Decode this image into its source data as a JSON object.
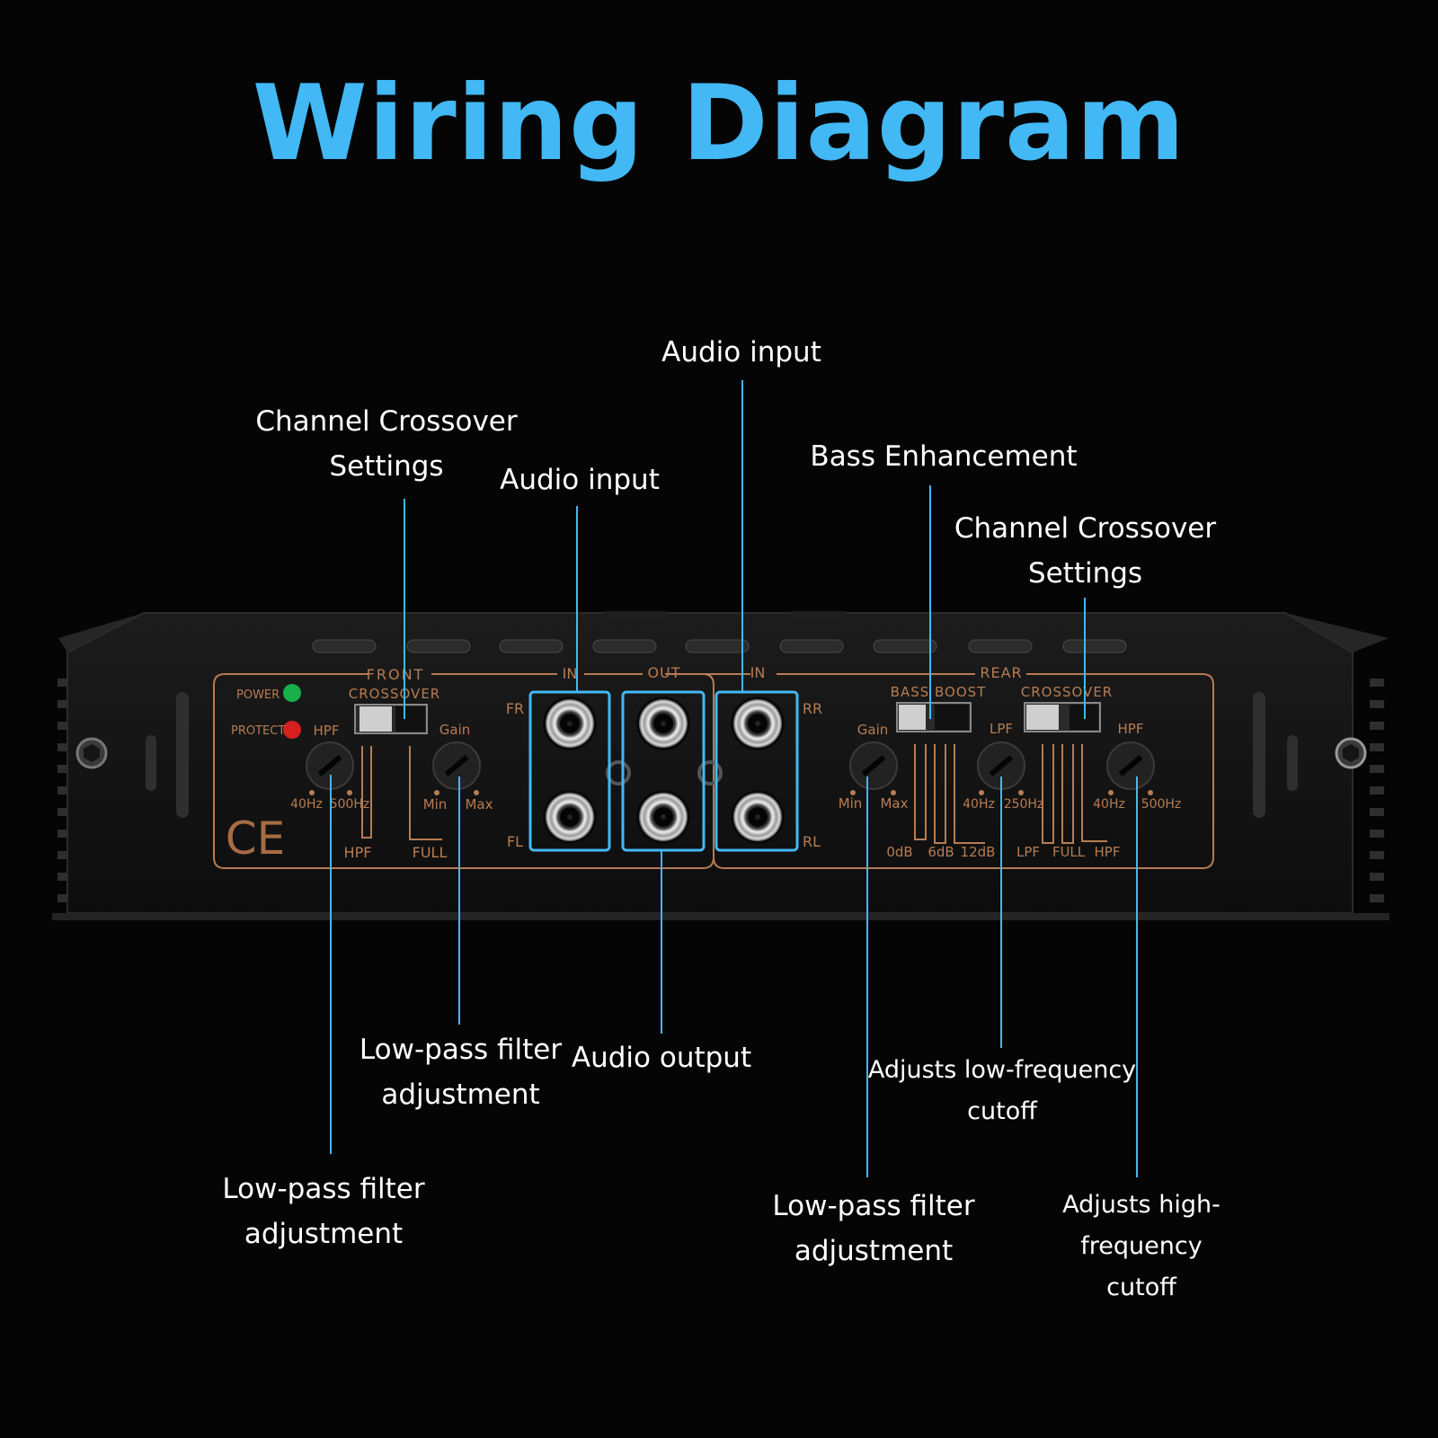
{
  "title": "Wiring Diagram",
  "colors": {
    "accent": "#42b8f5",
    "background": "#050505",
    "panel_print": "#b77c52",
    "power_led": "#17b04d",
    "protect_led": "#d62020"
  },
  "callouts": {
    "front_crossover": "Channel Crossover\nSettings",
    "front_audio_input": "Audio input",
    "rear_audio_input": "Audio input",
    "bass_enhancement": "Bass Enhancement",
    "rear_crossover": "Channel Crossover\nSettings",
    "front_hpf_adjust": "Low-pass filter\nadjustment",
    "front_gain_adjust": "Low-pass filter\nadjustment",
    "audio_output": "Audio output",
    "rear_gain_adjust": "Low-pass filter\nadjustment",
    "rear_lpf_adjust": "Adjusts low-frequency\ncutoff",
    "rear_hpf_adjust": "Adjusts high-frequency\ncutoff"
  },
  "panel": {
    "power": "POWER",
    "protect": "PROTECT",
    "front": "FRONT",
    "front_crossover": "CROSSOVER",
    "front_hpf": "HPF",
    "front_hpf_min": "40Hz",
    "front_hpf_max": "500Hz",
    "front_switch_hpf": "HPF",
    "front_switch_full": "FULL",
    "front_gain": "Gain",
    "gain_min": "Min",
    "gain_max": "Max",
    "in_label": "IN",
    "out_label": "OUT",
    "in_label_rear": "IN",
    "fr": "FR",
    "fl": "FL",
    "rr": "RR",
    "rl": "RL",
    "ce": "CE",
    "rear": "REAR",
    "bass_boost": "BASS BOOST",
    "rear_crossover": "CROSSOVER",
    "rear_gain": "Gain",
    "rear_gain_min": "Min",
    "rear_gain_max": "Max",
    "boost_0": "0dB",
    "boost_6": "6dB",
    "boost_12": "12dB",
    "lpf": "LPF",
    "lpf_min": "40Hz",
    "lpf_max": "250Hz",
    "rear_hpf": "HPF",
    "rear_hpf_min": "40Hz",
    "rear_hpf_max": "500Hz",
    "sw_lpf": "LPF",
    "sw_full": "FULL",
    "sw_hpf": "HPF"
  }
}
